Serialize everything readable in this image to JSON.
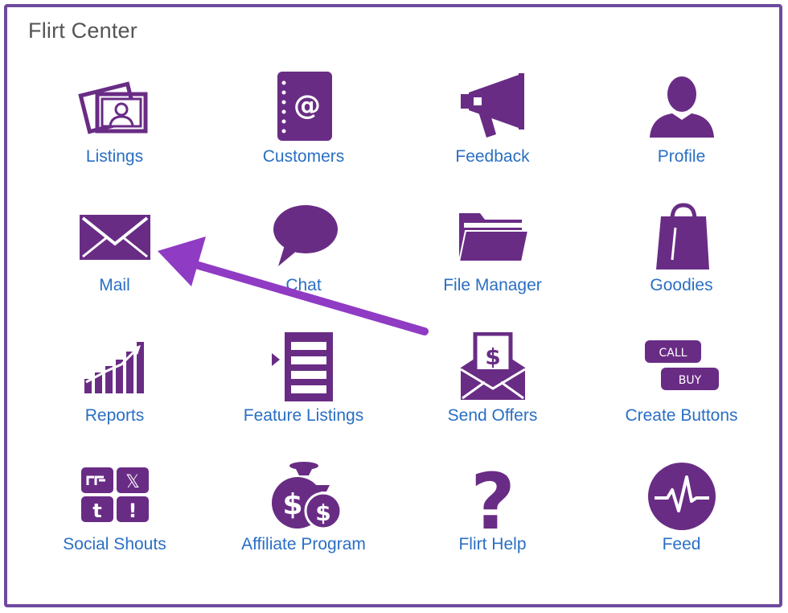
{
  "panel": {
    "title": "Flirt Center"
  },
  "colors": {
    "icon": "#692c85",
    "label": "#2a6fc4",
    "border": "#6e4a9e",
    "arrow": "#8f3bc4"
  },
  "items": [
    {
      "label": "Listings",
      "icon": "listings-icon"
    },
    {
      "label": "Customers",
      "icon": "address-book-icon"
    },
    {
      "label": "Feedback",
      "icon": "megaphone-icon"
    },
    {
      "label": "Profile",
      "icon": "person-icon"
    },
    {
      "label": "Mail",
      "icon": "envelope-icon"
    },
    {
      "label": "Chat",
      "icon": "speech-bubble-icon"
    },
    {
      "label": "File Manager",
      "icon": "folder-icon"
    },
    {
      "label": "Goodies",
      "icon": "shopping-bag-icon"
    },
    {
      "label": "Reports",
      "icon": "bar-chart-icon"
    },
    {
      "label": "Feature Listings",
      "icon": "list-icon"
    },
    {
      "label": "Send Offers",
      "icon": "dollar-envelope-icon"
    },
    {
      "label": "Create Buttons",
      "icon": "buttons-icon",
      "icon_text": {
        "call": "CALL",
        "buy": "BUY"
      }
    },
    {
      "label": "Social Shouts",
      "icon": "social-icon",
      "icon_text": {
        "x": "𝕏",
        "t": "t",
        "bang": "!"
      }
    },
    {
      "label": "Affiliate Program",
      "icon": "money-bags-icon",
      "icon_text": {
        "dollar": "$"
      }
    },
    {
      "label": "Flirt Help",
      "icon": "question-mark-icon",
      "icon_text": {
        "q": "?"
      }
    },
    {
      "label": "Feed",
      "icon": "pulse-icon"
    }
  ]
}
